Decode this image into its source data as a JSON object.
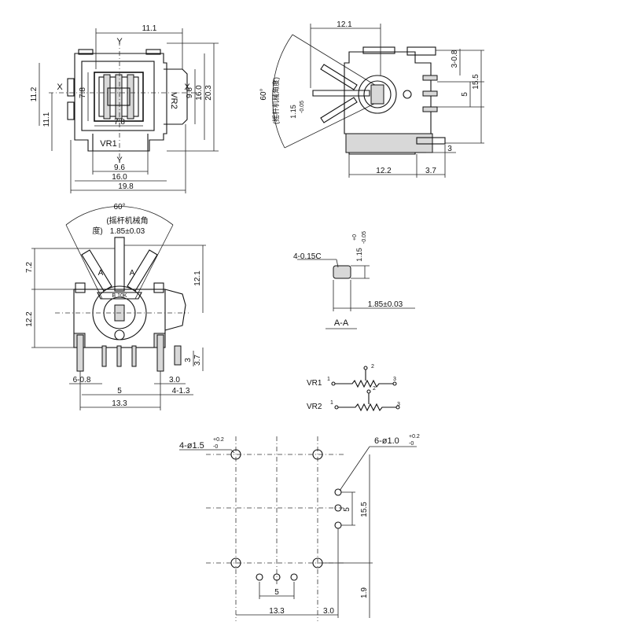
{
  "top_view": {
    "dim_top": "11.1",
    "label_y_top": "Y",
    "label_y_bottom": "Y",
    "label_x_left": "X",
    "label_x_right": "X",
    "dim_left_outer": "11.2",
    "dim_left_inner": "11.1",
    "dim_inner_v": "7.8",
    "dim_inner_h": "7.8",
    "dim_right_a": "9.6",
    "dim_right_b": "16.0",
    "dim_right_c": "20.3",
    "dim_bottom_a": "9.6",
    "dim_bottom_b": "16.0",
    "dim_bottom_c": "19.8",
    "vr1": "VR1",
    "vr2": "VR2"
  },
  "side_view": {
    "dim_top": "12.1",
    "angle": "60°",
    "angle_note": "(摇杆机械角度)",
    "dim_shaft": "1.15",
    "dim_shaft_tol": "-0.05",
    "dim_r1": "3-0.8",
    "dim_r2": "5",
    "dim_r3": "15.5",
    "dim_r4": "3",
    "dim_bottom_a": "12.2",
    "dim_bottom_b": "3.7"
  },
  "front_view": {
    "angle": "60°",
    "angle_note": "(摇杆机械角",
    "angle_note2": "度)",
    "dim_shaft": "1.85±0.03",
    "label_a_left": "A",
    "label_a_right": "A",
    "dim_left_top": "7.2",
    "dim_left_mid": "12.2",
    "dim_right": "12.1",
    "dim_pin_a": "3",
    "dim_pin_b": "3.7",
    "dim_pins_left": "6-0.8",
    "dim_pins_right": "3.0",
    "dim_pin_spacing": "5",
    "dim_pins_right2": "4-1.3",
    "dim_pins_total": "13.3",
    "knob_mark": "B 10K"
  },
  "section": {
    "chamfer": "4-0.15C",
    "dim_v": "1.15",
    "dim_v_tol_top": "+0",
    "dim_v_tol_bot": "-0.05",
    "dim_h": "1.85±0.03",
    "title": "A-A"
  },
  "schematic": {
    "vr1": "VR1",
    "vr2": "VR2",
    "pin1": "1",
    "pin2": "2",
    "pin3": "3"
  },
  "footprint": {
    "big_holes": "4-ø1.5",
    "big_tol_top": "+0.2",
    "big_tol_bot": "-0",
    "small_holes": "6-ø1.0",
    "small_tol_top": "+0.2",
    "small_tol_bot": "-0",
    "dim_v_a": "15.5",
    "dim_v_b": "5",
    "dim_h_pins": "5",
    "dim_h_total": "13.3",
    "dim_h_edge": "3.0",
    "dim_v_edge": "1.9"
  }
}
